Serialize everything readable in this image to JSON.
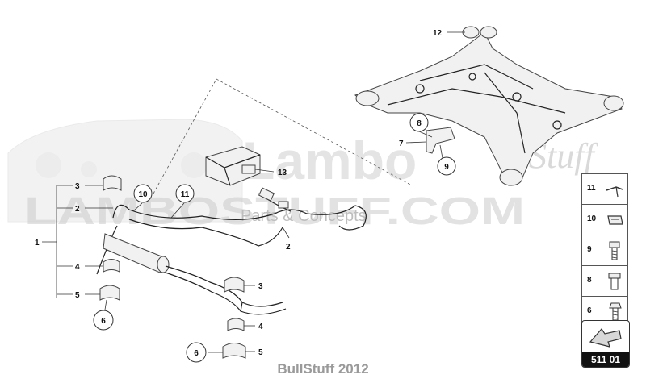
{
  "watermark": {
    "brand_script": "Lambo",
    "brand_italic": "Stuff",
    "url": "LAMBOSTUFF.COM",
    "tagline": "Parts & Concepts"
  },
  "callouts": {
    "n1": "1",
    "n2_left": "2",
    "n2_center": "2",
    "n3_top": "3",
    "n3_right": "3",
    "n4_left": "4",
    "n4_right": "4",
    "n5_left": "5",
    "n5_right": "5",
    "n6_left": "6",
    "n6_bottom": "6",
    "n7": "7",
    "n8": "8",
    "n9": "9",
    "n10": "10",
    "n11": "11",
    "n12": "12",
    "n13": "13"
  },
  "legend": {
    "items": [
      {
        "num": "11",
        "icon": "wire-clip-icon"
      },
      {
        "num": "10",
        "icon": "spring-nut-icon"
      },
      {
        "num": "9",
        "icon": "hex-bolt-icon"
      },
      {
        "num": "8",
        "icon": "flange-screw-icon"
      },
      {
        "num": "6",
        "icon": "hex-head-screw-icon"
      }
    ]
  },
  "page_tag": {
    "code": "511 01",
    "icon": "direction-arrow-icon"
  },
  "footer": {
    "copyright": "BullStuff 2012"
  }
}
